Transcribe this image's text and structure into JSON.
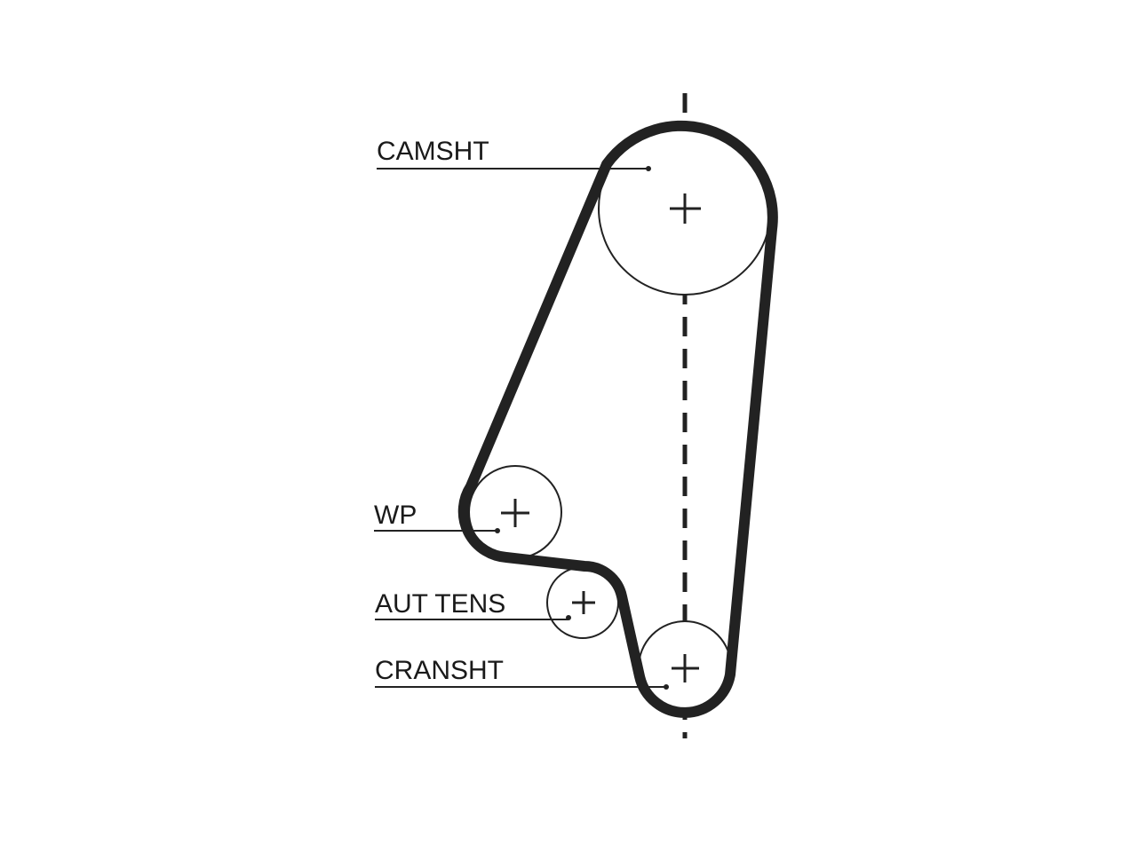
{
  "labels": {
    "camshaft": "CAMSHT",
    "water_pump": "WP",
    "tensioner": "AUT TENS",
    "crankshaft": "CRANSHT"
  }
}
